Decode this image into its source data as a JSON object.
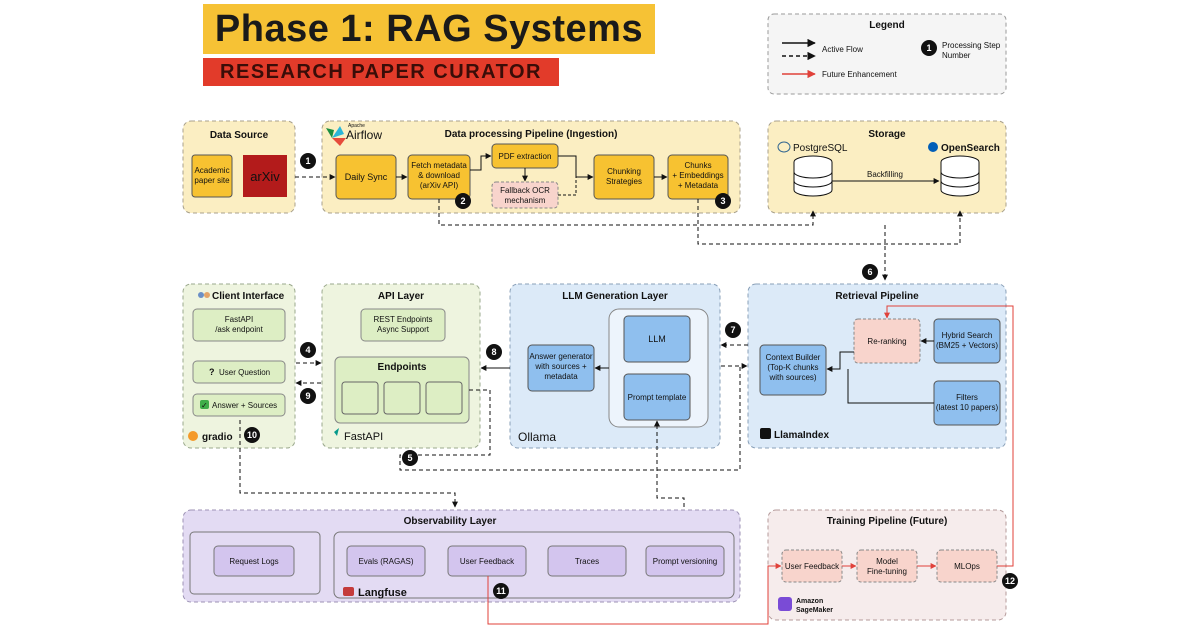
{
  "title": "Phase 1: RAG Systems",
  "subtitle": "RESEARCH PAPER CURATOR",
  "legend": {
    "title": "Legend",
    "active_flow": "Active Flow",
    "future_enhancement": "Future Enhancement",
    "step_badge": "1",
    "step_label_1": "Processing Step",
    "step_label_2": "Number"
  },
  "data_source": {
    "title": "Data Source",
    "academic_1": "Academic",
    "academic_2": "paper site",
    "arxiv": "arXiv"
  },
  "ingestion": {
    "title": "Data processing Pipeline (Ingestion)",
    "brand_small": "Apache",
    "brand": "Airflow",
    "daily_sync": "Daily Sync",
    "fetch_1": "Fetch metadata",
    "fetch_2": "& download",
    "fetch_3": "(arXiv API)",
    "pdf": "PDF extraction",
    "ocr_1": "Fallback OCR",
    "ocr_2": "mechanism",
    "chunking_1": "Chunking",
    "chunking_2": "Strategies",
    "chunks_1": "Chunks",
    "chunks_2": "+ Embeddings",
    "chunks_3": "+ Metadata"
  },
  "storage": {
    "title": "Storage",
    "postgres": "PostgreSQL",
    "opensearch": "OpenSearch",
    "backfilling": "Backfilling"
  },
  "client": {
    "title": "Client Interface",
    "fastapi_1": "FastAPI",
    "fastapi_2": "/ask endpoint",
    "question": "User Question",
    "answer": "Answer + Sources",
    "brand": "gradio"
  },
  "api": {
    "title": "API Layer",
    "rest_1": "REST Endpoints",
    "rest_2": "Async Support",
    "endpoints": "Endpoints",
    "brand": "FastAPI"
  },
  "llm": {
    "title": "LLM Generation Layer",
    "answer_1": "Answer generator",
    "answer_2": "with sources +",
    "answer_3": "metadata",
    "llm": "LLM",
    "prompt": "Prompt template",
    "brand": "Ollama"
  },
  "retrieval": {
    "title": "Retrieval Pipeline",
    "rerank": "Re-ranking",
    "hybrid_1": "Hybrid Search",
    "hybrid_2": "(BM25 + Vectors)",
    "context_1": "Context Builder",
    "context_2": "(Top-K chunks",
    "context_3": "with sources)",
    "filters_1": "Filters",
    "filters_2": "(latest 10 papers)",
    "brand": "LlamaIndex"
  },
  "observability": {
    "title": "Observability Layer",
    "request_logs": "Request Logs",
    "evals": "Evals (RAGAS)",
    "user_feedback": "User Feedback",
    "traces": "Traces",
    "prompt_versioning": "Prompt versioning",
    "brand": "Langfuse"
  },
  "training": {
    "title": "Training Pipeline (Future)",
    "user_feedback": "User Feedback",
    "model_1": "Model",
    "model_2": "Fine-tuning",
    "mlops": "MLOps",
    "brand_1": "Amazon",
    "brand_2": "SageMaker"
  },
  "steps": [
    "1",
    "2",
    "3",
    "4",
    "5",
    "6",
    "7",
    "8",
    "9",
    "10",
    "11",
    "12"
  ],
  "colors": {
    "yellow_panel": "#fbeec2",
    "yellow_box": "#f7c231",
    "green_panel": "#eef4df",
    "green_box": "#ddeec4",
    "blue_panel": "#dceaf8",
    "blue_box": "#8fbfee",
    "pink_box": "#f8d4cc",
    "purple_panel": "#e3dbf3",
    "purple_box": "#d3c5ee",
    "future_arrow": "#e0413a"
  }
}
